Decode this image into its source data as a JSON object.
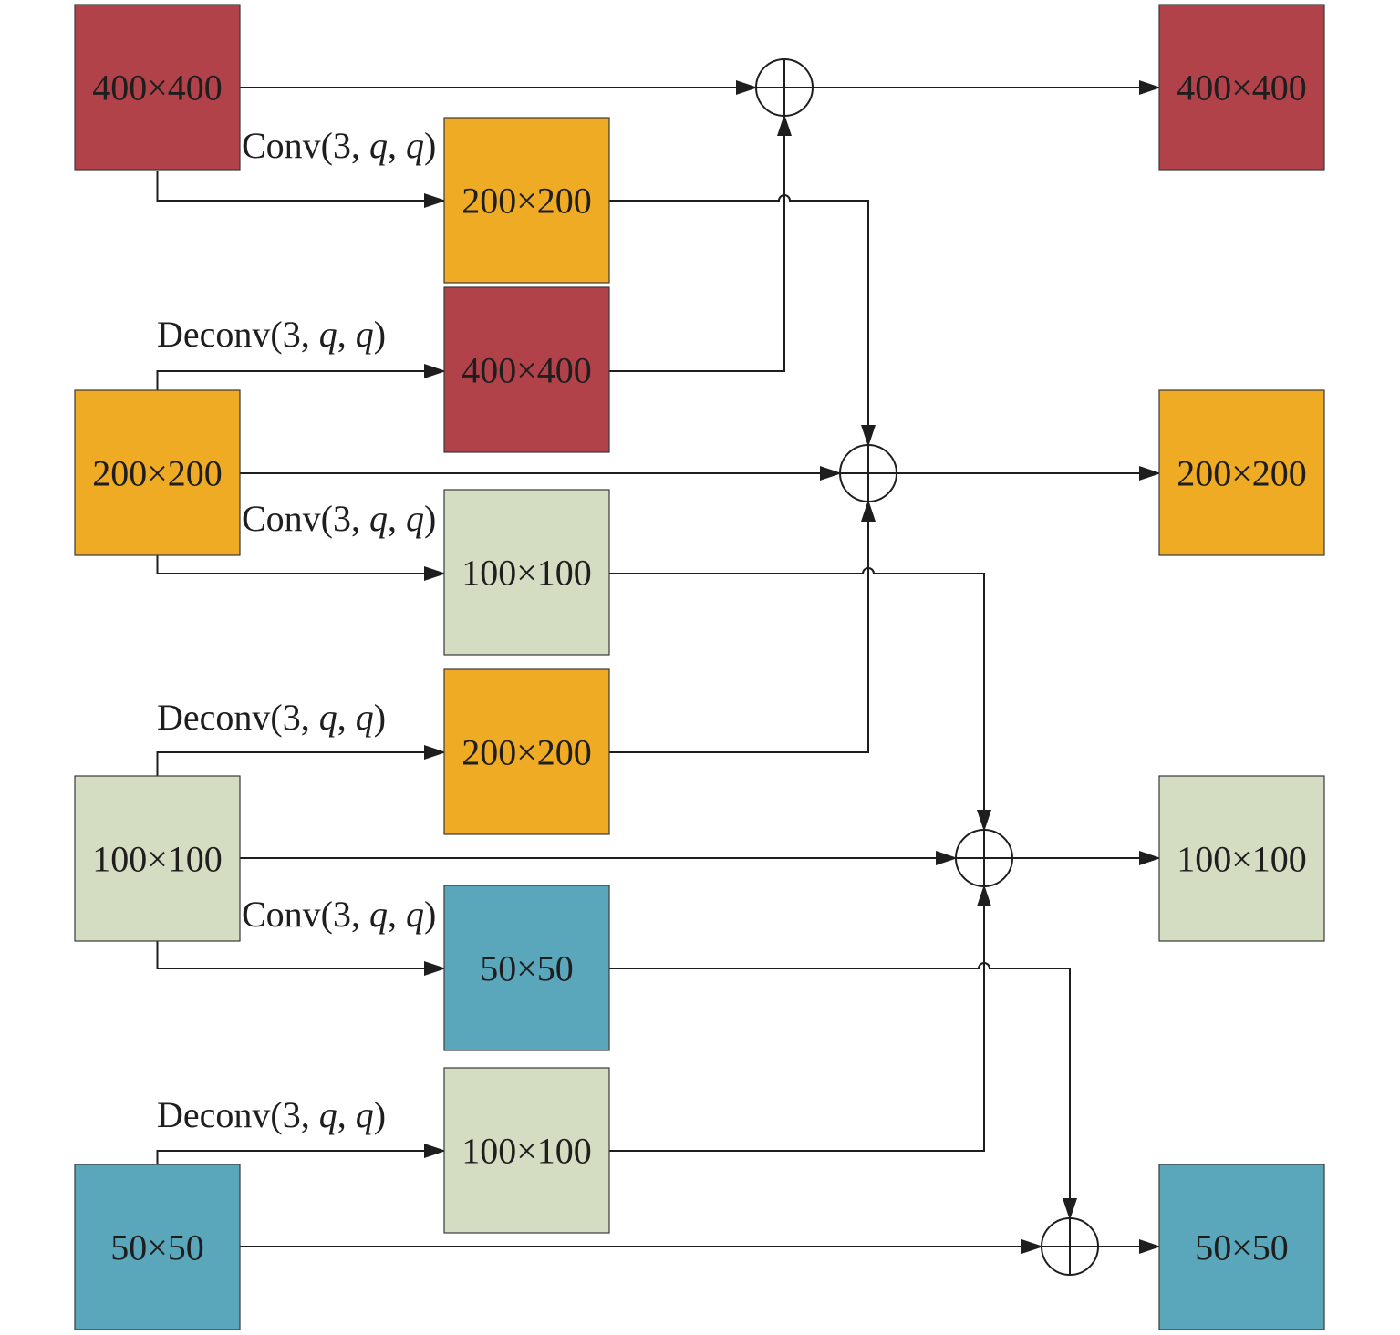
{
  "colors": {
    "res_400": "#b1424a",
    "res_200": "#f0ab24",
    "res_100": "#d4ddc2",
    "res_50": "#5aa7bc",
    "line": "#1e1e1e"
  },
  "icons": {
    "sum": "circled-plus-icon",
    "arrow": "arrowhead-icon"
  },
  "inputs": [
    {
      "label": "400×400",
      "color": "res_400"
    },
    {
      "label": "200×200",
      "color": "res_200"
    },
    {
      "label": "100×100",
      "color": "res_100"
    },
    {
      "label": "50×50",
      "color": "res_50"
    }
  ],
  "intermediates": [
    {
      "label": "200×200",
      "color": "res_200"
    },
    {
      "label": "400×400",
      "color": "res_400"
    },
    {
      "label": "100×100",
      "color": "res_100"
    },
    {
      "label": "200×200",
      "color": "res_200"
    },
    {
      "label": "50×50",
      "color": "res_50"
    },
    {
      "label": "100×100",
      "color": "res_100"
    }
  ],
  "outputs": [
    {
      "label": "400×400",
      "color": "res_400"
    },
    {
      "label": "200×200",
      "color": "res_200"
    },
    {
      "label": "100×100",
      "color": "res_100"
    },
    {
      "label": "50×50",
      "color": "res_50"
    }
  ],
  "operations": {
    "conv": {
      "name": "Conv(3, ",
      "var1": "q",
      "sep": ", ",
      "var2": "q",
      "close": ")"
    },
    "deconv": {
      "name": "Deconv(3, ",
      "var1": "q",
      "sep": ", ",
      "var2": "q",
      "close": ")"
    }
  }
}
